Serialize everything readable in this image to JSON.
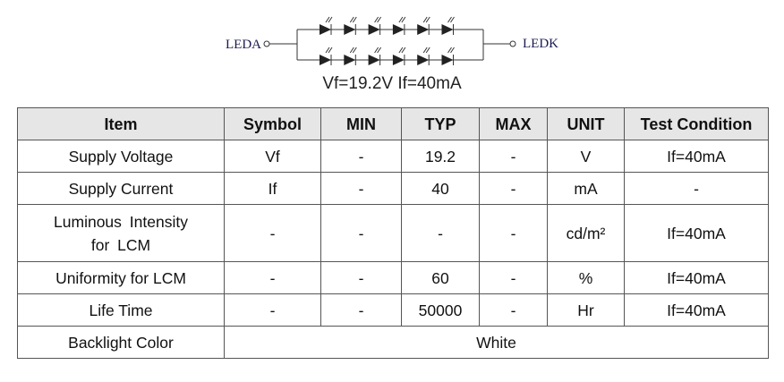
{
  "diagram": {
    "anode_label": "LEDA",
    "cathode_label": "LEDK",
    "leds_per_string": 6,
    "strings": 2,
    "condition": "Vf=19.2V If=40mA"
  },
  "table": {
    "headers": [
      "Item",
      "Symbol",
      "MIN",
      "TYP",
      "MAX",
      "UNIT",
      "Test Condition"
    ],
    "rows": [
      [
        "Supply Voltage",
        "Vf",
        "-",
        "19.2",
        "-",
        "V",
        "If=40mA"
      ],
      [
        "Supply Current",
        "If",
        "-",
        "40",
        "-",
        "mA",
        "-"
      ],
      [
        "Luminous Intensity for LCM",
        "-",
        "-",
        "-",
        "-",
        "cd/m²",
        "If=40mA"
      ],
      [
        "Uniformity for LCM",
        "-",
        "-",
        "60",
        "-",
        "%",
        "If=40mA"
      ],
      [
        "Life Time",
        "-",
        "-",
        "50000",
        "-",
        "Hr",
        "If=40mA"
      ]
    ],
    "last_row": {
      "item": "Backlight Color",
      "value": "White"
    }
  }
}
